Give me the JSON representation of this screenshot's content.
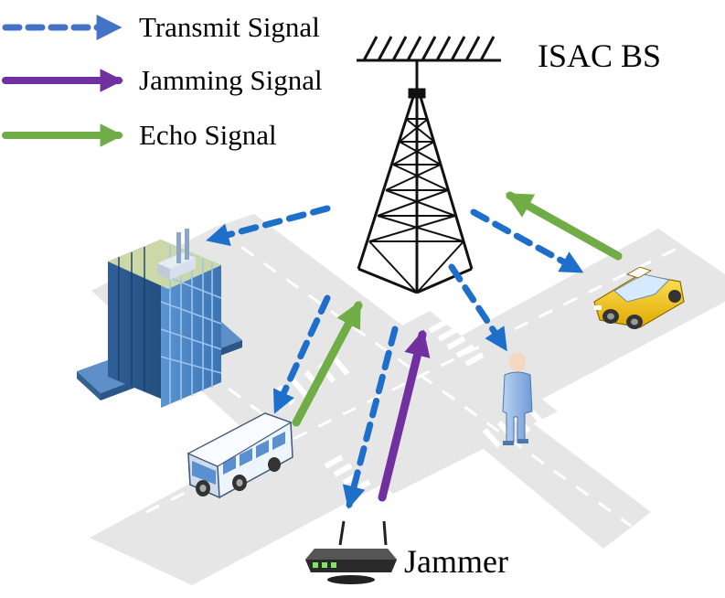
{
  "legend": {
    "transmit": {
      "label": "Transmit Signal",
      "color": "#4472c4"
    },
    "jamming": {
      "label": "Jamming Signal",
      "color": "#7030a0"
    },
    "echo": {
      "label": "Echo Signal",
      "color": "#70ad47"
    }
  },
  "labels": {
    "bs": "ISAC BS",
    "jammer": "Jammer"
  },
  "colors": {
    "road": "#e6e6e6",
    "road_marking": "#ffffff",
    "transmit_arrow": "#1d6fc9",
    "jamming_arrow": "#7030a0",
    "echo_arrow": "#70ad47",
    "tower": "#111111",
    "building": "#4a86c5",
    "taxi": "#f5c400",
    "bus": "#e8f1fb",
    "person": "#8fb4e3"
  },
  "icons": [
    "antenna-tower-icon",
    "building-icon",
    "bus-icon",
    "taxi-icon",
    "pedestrian-icon",
    "jammer-router-icon"
  ]
}
